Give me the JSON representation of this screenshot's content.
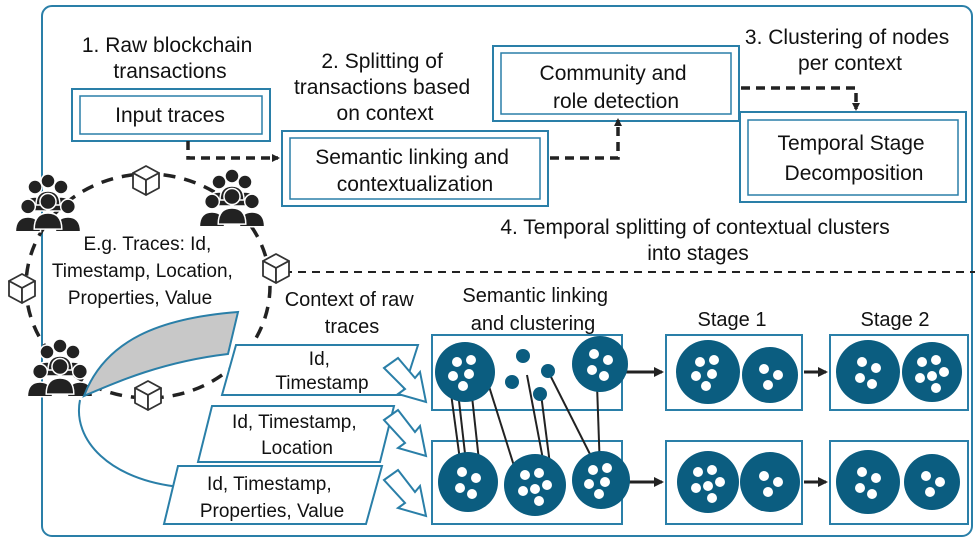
{
  "steps": {
    "step1": [
      "1. Raw blockchain",
      "transactions"
    ],
    "step2": [
      "2. Splitting of",
      "transactions based",
      "on context"
    ],
    "step3": [
      "3. Clustering of nodes",
      "per context"
    ],
    "step4": [
      "4. Temporal splitting of contextual clusters",
      "into stages"
    ]
  },
  "boxes": {
    "input": "Input traces",
    "semantic": [
      "Semantic linking and",
      "contextualization"
    ],
    "community": [
      "Community and",
      "role detection"
    ],
    "temporal": [
      "Temporal Stage",
      "Decomposition"
    ]
  },
  "network": {
    "example": [
      "E.g. Traces: Id,",
      "Timestamp, Location,",
      "Properties, Value"
    ],
    "users_icon": "users-group-icon",
    "cube_icon": "cube-icon"
  },
  "bottom": {
    "context_title": [
      "Context of raw",
      "traces"
    ],
    "semantic_title": [
      "Semantic linking",
      "and clustering"
    ],
    "stage1": "Stage 1",
    "stage2": "Stage 2",
    "traces": [
      [
        "Id,",
        "Timestamp"
      ],
      [
        "Id, Timestamp,",
        "Location"
      ],
      [
        "Id, Timestamp,",
        "Properties, Value"
      ]
    ]
  },
  "colors": {
    "teal": "#0b5d80",
    "border": "#2a7fa8",
    "dark": "#222222"
  }
}
